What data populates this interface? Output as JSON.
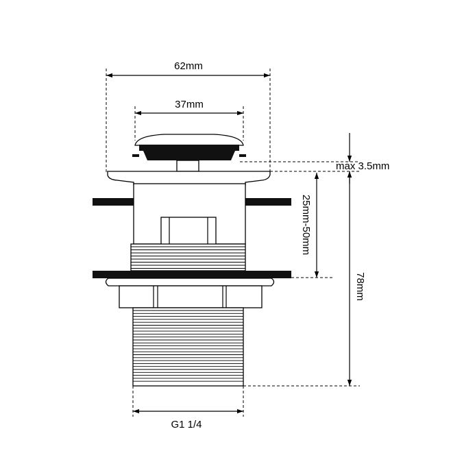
{
  "labels": {
    "overall_width": "62mm",
    "cap_width": "37mm",
    "cap_gap": "max 3.5mm",
    "basin_thickness": "25mm-50mm",
    "total_height": "78mm",
    "thread": "G1 1/4"
  }
}
